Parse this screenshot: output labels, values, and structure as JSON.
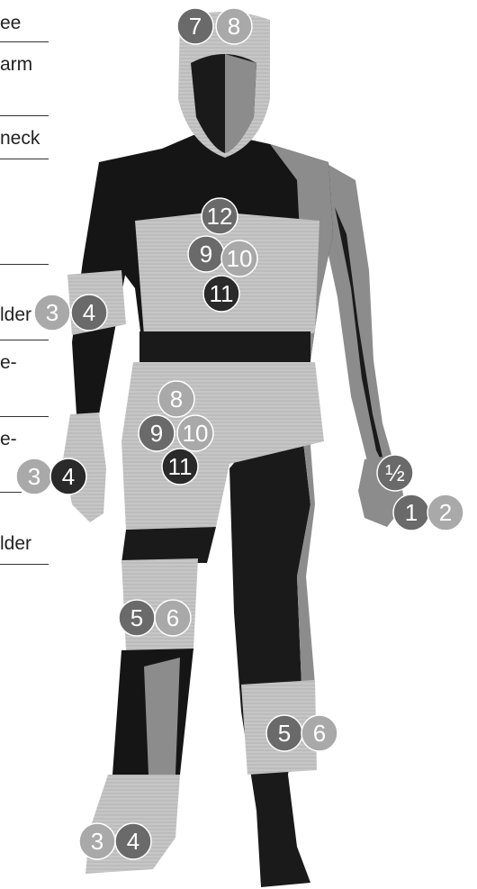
{
  "left_labels": [
    {
      "id": "knee",
      "text": "ee"
    },
    {
      "id": "arm",
      "text": "arm"
    },
    {
      "id": "neck",
      "text": "neck"
    },
    {
      "id": "shoulder-1",
      "text": "lder"
    },
    {
      "id": "e-1",
      "text": "e-"
    },
    {
      "id": "e-2",
      "text": "e-"
    },
    {
      "id": "shoulder-2",
      "text": "lder"
    }
  ],
  "markers": [
    {
      "id": "head-7",
      "text": "7",
      "shade": "medium"
    },
    {
      "id": "head-8",
      "text": "8",
      "shade": "light"
    },
    {
      "id": "chest-12",
      "text": "12",
      "shade": "medium"
    },
    {
      "id": "chest-9",
      "text": "9",
      "shade": "medium"
    },
    {
      "id": "chest-10",
      "text": "10",
      "shade": "light"
    },
    {
      "id": "chest-11",
      "text": "11",
      "shade": "dark"
    },
    {
      "id": "arm-3",
      "text": "3",
      "shade": "light"
    },
    {
      "id": "arm-4",
      "text": "4",
      "shade": "medium"
    },
    {
      "id": "hip-8",
      "text": "8",
      "shade": "light"
    },
    {
      "id": "hip-9",
      "text": "9",
      "shade": "medium"
    },
    {
      "id": "hip-10",
      "text": "10",
      "shade": "light"
    },
    {
      "id": "hip-11",
      "text": "11",
      "shade": "dark"
    },
    {
      "id": "hand-3",
      "text": "3",
      "shade": "light"
    },
    {
      "id": "hand-4",
      "text": "4",
      "shade": "dark"
    },
    {
      "id": "lefthand-half",
      "text": "½",
      "shade": "medium"
    },
    {
      "id": "lefthand-1",
      "text": "1",
      "shade": "medium"
    },
    {
      "id": "lefthand-2",
      "text": "2",
      "shade": "light"
    },
    {
      "id": "knee-5",
      "text": "5",
      "shade": "medium"
    },
    {
      "id": "knee-6",
      "text": "6",
      "shade": "light"
    },
    {
      "id": "shin-5",
      "text": "5",
      "shade": "medium"
    },
    {
      "id": "shin-6",
      "text": "6",
      "shade": "light"
    },
    {
      "id": "foot-3",
      "text": "3",
      "shade": "light"
    },
    {
      "id": "foot-4",
      "text": "4",
      "shade": "medium"
    }
  ],
  "colors": {
    "dark": "#2a2a2a",
    "medium": "#6a6a6a",
    "light": "#a9a9a9",
    "body_dark": "#151515",
    "body_grey": "#8c8c8c",
    "body_light": "#c9c9c9"
  }
}
